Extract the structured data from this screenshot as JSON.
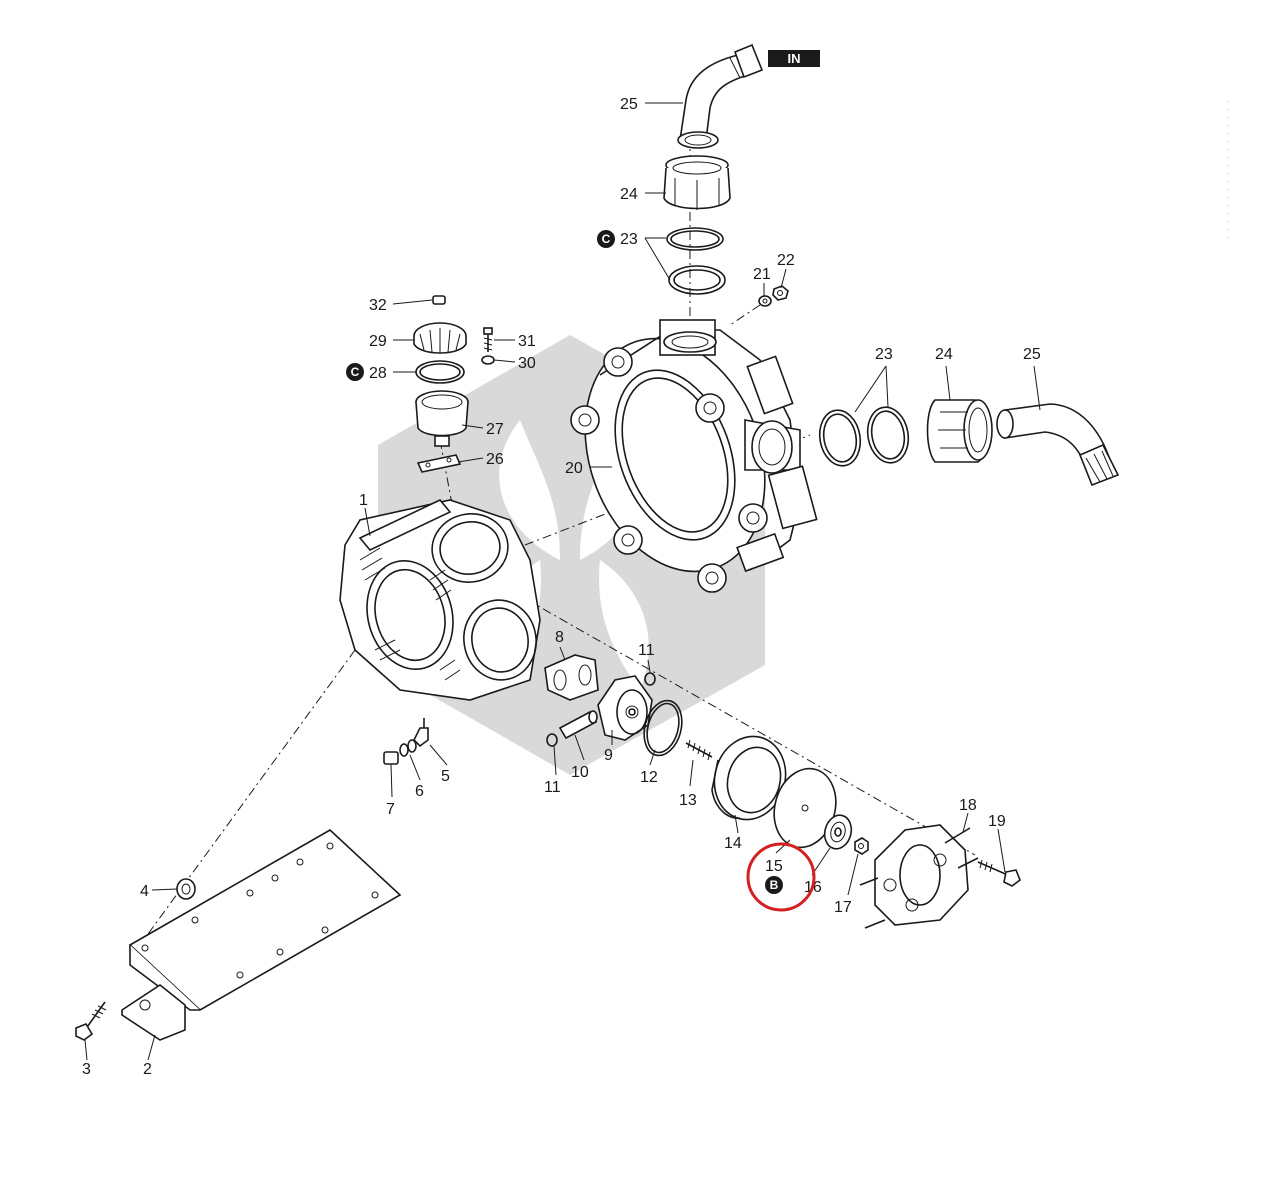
{
  "inlet_tag": "IN",
  "badges": {
    "c_top": "C",
    "c_side": "C",
    "b": "B"
  },
  "callouts": {
    "n1": "1",
    "n2": "2",
    "n3": "3",
    "n4": "4",
    "n5": "5",
    "n6": "6",
    "n7": "7",
    "n8": "8",
    "n9": "9",
    "n10": "10",
    "n11a": "11",
    "n11b": "11",
    "n12": "12",
    "n13": "13",
    "n14": "14",
    "n15": "15",
    "n16": "16",
    "n17": "17",
    "n18": "18",
    "n19": "19",
    "n20": "20",
    "n21": "21",
    "n22": "22",
    "n23a": "23",
    "n23b": "23",
    "n24a": "24",
    "n24b": "24",
    "n25a": "25",
    "n25b": "25",
    "n26": "26",
    "n27": "27",
    "n28": "28",
    "n29": "29",
    "n30": "30",
    "n31": "31",
    "n32": "32"
  },
  "highlight": {
    "part": "15",
    "color": "#d42020"
  },
  "colors": {
    "line": "#1a1a1a",
    "watermark": "#d9d9d9",
    "tag": "#1a1a1a"
  }
}
